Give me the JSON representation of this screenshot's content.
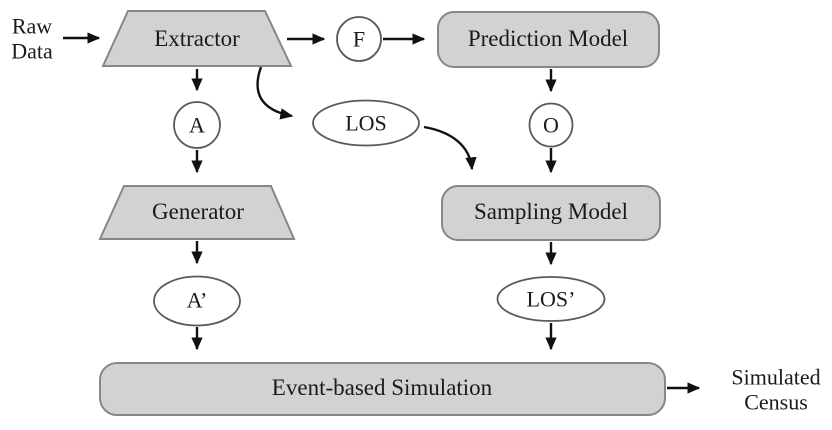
{
  "diagram_type": "flowchart-pipeline",
  "external": {
    "raw_data": "Raw Data",
    "simulated_census": "Simulated Census"
  },
  "nodes": {
    "extractor": "Extractor",
    "f": "F",
    "prediction_model": "Prediction Model",
    "a": "A",
    "los": "LOS",
    "o": "O",
    "generator": "Generator",
    "sampling_model": "Sampling Model",
    "a_prime": "A’",
    "los_prime": "LOS’",
    "event_based_simulation": "Event-based Simulation"
  },
  "node_shapes": {
    "extractor": "trapezoid",
    "generator": "trapezoid",
    "prediction_model": "rounded-rect",
    "sampling_model": "rounded-rect",
    "event_based_simulation": "rounded-rect",
    "f": "circle",
    "a": "circle",
    "o": "circle",
    "los": "ellipse",
    "a_prime": "ellipse",
    "los_prime": "ellipse"
  },
  "edges": [
    {
      "from": "raw-data",
      "to": "extractor"
    },
    {
      "from": "extractor",
      "to": "f"
    },
    {
      "from": "f",
      "to": "prediction-model"
    },
    {
      "from": "extractor",
      "to": "a"
    },
    {
      "from": "extractor",
      "to": "los",
      "style": "curved"
    },
    {
      "from": "prediction-model",
      "to": "o"
    },
    {
      "from": "a",
      "to": "generator"
    },
    {
      "from": "los",
      "to": "sampling-model",
      "style": "curved"
    },
    {
      "from": "o",
      "to": "sampling-model"
    },
    {
      "from": "generator",
      "to": "a-prime"
    },
    {
      "from": "sampling-model",
      "to": "los-prime"
    },
    {
      "from": "a-prime",
      "to": "event-based-simulation"
    },
    {
      "from": "los-prime",
      "to": "event-based-simulation"
    },
    {
      "from": "event-based-simulation",
      "to": "simulated-census"
    }
  ],
  "colors": {
    "background": "#ffffff",
    "process_fill": "#d2d2d2",
    "process_stroke": "#878787",
    "variable_fill": "#ffffff",
    "variable_stroke": "#5a5a5a",
    "arrow": "#111111",
    "text": "#1a1a1a"
  }
}
